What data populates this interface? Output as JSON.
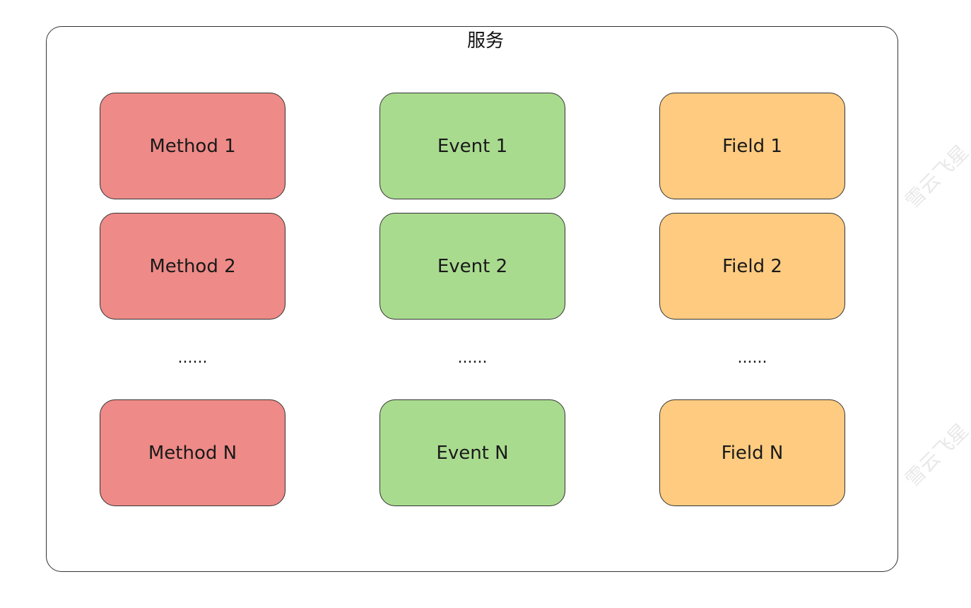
{
  "diagram": {
    "title": "服务",
    "columns": [
      {
        "kind": "method",
        "fill": "#ee8a87",
        "items": [
          "Method 1",
          "Method 2",
          "Method N"
        ],
        "ellipsis": "......"
      },
      {
        "kind": "event",
        "fill": "#a9db8f",
        "items": [
          "Event 1",
          "Event 2",
          "Event N"
        ],
        "ellipsis": "......"
      },
      {
        "kind": "field",
        "fill": "#fecb80",
        "items": [
          "Field 1",
          "Field 2",
          "Field N"
        ],
        "ellipsis": "......"
      }
    ]
  },
  "watermark": {
    "text": "雪云飞星"
  }
}
